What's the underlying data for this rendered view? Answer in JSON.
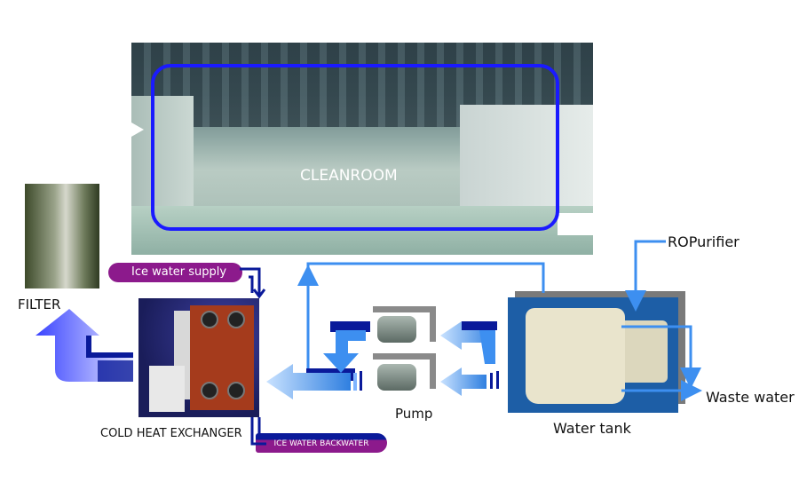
{
  "labels": {
    "cleanroom": "CLEANROOM",
    "filter": "FILTER",
    "ice_water_supply": "Ice water supply",
    "cold_heat_exchanger": "COLD HEAT EXCHANGER",
    "ice_water_backwater": "ICE WATER BACKWATER",
    "pump": "Pump",
    "water_tank": "Water tank",
    "ro_purifier": "ROPurifier",
    "waste_water": "Waste water"
  },
  "colors": {
    "frame": "#1a1aff",
    "flow_line": "#3d8ff0",
    "navy_arrow": "#0a1a9a",
    "badge": "#8c1a8c"
  }
}
